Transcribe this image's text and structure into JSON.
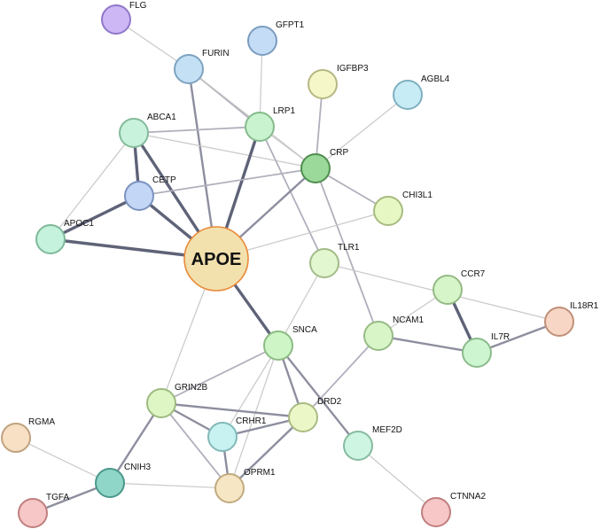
{
  "nodes": [
    {
      "id": "FLG",
      "label": "FLG",
      "color": "#cdb8f5",
      "stroke": "#8f77c9"
    },
    {
      "id": "GFPT1",
      "label": "GFPT1",
      "color": "#c4dcf5",
      "stroke": "#7c9cc0"
    },
    {
      "id": "FURIN",
      "label": "FURIN",
      "color": "#c4e0f5",
      "stroke": "#7da3c0"
    },
    {
      "id": "IGFBP3",
      "label": "IGFBP3",
      "color": "#f5f7c8",
      "stroke": "#b6b883"
    },
    {
      "id": "AGBL4",
      "label": "AGBL4",
      "color": "#c8ecf5",
      "stroke": "#7fb0c0"
    },
    {
      "id": "ABCA1",
      "label": "ABCA1",
      "color": "#c9f2dc",
      "stroke": "#84bb9c"
    },
    {
      "id": "LRP1",
      "label": "LRP1",
      "color": "#c9f2cf",
      "stroke": "#86bb8c"
    },
    {
      "id": "CRP",
      "label": "CRP",
      "color": "#9ad99a",
      "stroke": "#4f8e4f"
    },
    {
      "id": "CETP",
      "label": "CETP",
      "color": "#c3d6f5",
      "stroke": "#7b92c0"
    },
    {
      "id": "CHI3L1",
      "label": "CHI3L1",
      "color": "#e6f7c4",
      "stroke": "#a7bb7f"
    },
    {
      "id": "APOC1",
      "label": "APOC1",
      "color": "#c4f2dc",
      "stroke": "#7fb99a"
    },
    {
      "id": "APOE",
      "label": "APOE",
      "color": "#f2e0ad",
      "stroke": "#e88a3a"
    },
    {
      "id": "TLR1",
      "label": "TLR1",
      "color": "#e2f7cf",
      "stroke": "#a3bb89"
    },
    {
      "id": "CCR7",
      "label": "CCR7",
      "color": "#d6f5c8",
      "stroke": "#95ba85"
    },
    {
      "id": "IL18R1",
      "label": "IL18R1",
      "color": "#f7d6c6",
      "stroke": "#c08f79"
    },
    {
      "id": "NCAM1",
      "label": "NCAM1",
      "color": "#d8f5c8",
      "stroke": "#97bb85"
    },
    {
      "id": "IL7R",
      "label": "IL7R",
      "color": "#cdf5cf",
      "stroke": "#8cbb8c"
    },
    {
      "id": "SNCA",
      "label": "SNCA",
      "color": "#cdf5c6",
      "stroke": "#8cbb83"
    },
    {
      "id": "GRIN2B",
      "label": "GRIN2B",
      "color": "#def5c4",
      "stroke": "#9dbb80"
    },
    {
      "id": "DRD2",
      "label": "DRD2",
      "color": "#ecf7c8",
      "stroke": "#aabb83"
    },
    {
      "id": "CRHR1",
      "label": "CRHR1",
      "color": "#c8f2f2",
      "stroke": "#83b9b9"
    },
    {
      "id": "MEF2D",
      "label": "MEF2D",
      "color": "#cdf5e2",
      "stroke": "#87bba0"
    },
    {
      "id": "RGMA",
      "label": "RGMA",
      "color": "#f7e0c4",
      "stroke": "#c0a27f"
    },
    {
      "id": "CNIH3",
      "label": "CNIH3",
      "color": "#8fd6c8",
      "stroke": "#4b988b"
    },
    {
      "id": "OPRM1",
      "label": "OPRM1",
      "color": "#f7e6c4",
      "stroke": "#c0aa7f"
    },
    {
      "id": "TGFA",
      "label": "TGFA",
      "color": "#f7c6c6",
      "stroke": "#c07f7f"
    },
    {
      "id": "CTNNA2",
      "label": "CTNNA2",
      "color": "#f7c6c6",
      "stroke": "#c07f7f"
    }
  ],
  "edges": [
    {
      "source": "FLG",
      "target": "FURIN",
      "strength": 1
    },
    {
      "source": "FURIN",
      "target": "APOE",
      "strength": 3
    },
    {
      "source": "FURIN",
      "target": "LRP1",
      "strength": 2
    },
    {
      "source": "FURIN",
      "target": "CRP",
      "strength": 1
    },
    {
      "source": "GFPT1",
      "target": "LRP1",
      "strength": 1
    },
    {
      "source": "IGFBP3",
      "target": "CRP",
      "strength": 2
    },
    {
      "source": "AGBL4",
      "target": "CRP",
      "strength": 1
    },
    {
      "source": "ABCA1",
      "target": "LRP1",
      "strength": 2
    },
    {
      "source": "ABCA1",
      "target": "CRP",
      "strength": 1
    },
    {
      "source": "ABCA1",
      "target": "CETP",
      "strength": 4
    },
    {
      "source": "ABCA1",
      "target": "APOE",
      "strength": 4
    },
    {
      "source": "ABCA1",
      "target": "APOC1",
      "strength": 1
    },
    {
      "source": "LRP1",
      "target": "APOE",
      "strength": 4
    },
    {
      "source": "LRP1",
      "target": "CRP",
      "strength": 1
    },
    {
      "source": "LRP1",
      "target": "TLR1",
      "strength": 2
    },
    {
      "source": "CRP",
      "target": "APOE",
      "strength": 3
    },
    {
      "source": "CRP",
      "target": "CETP",
      "strength": 2
    },
    {
      "source": "CRP",
      "target": "CHI3L1",
      "strength": 2
    },
    {
      "source": "CRP",
      "target": "NCAM1",
      "strength": 2
    },
    {
      "source": "CETP",
      "target": "APOE",
      "strength": 4
    },
    {
      "source": "CETP",
      "target": "APOC1",
      "strength": 4
    },
    {
      "source": "CHI3L1",
      "target": "APOE",
      "strength": 1
    },
    {
      "source": "APOC1",
      "target": "APOE",
      "strength": 4
    },
    {
      "source": "APOE",
      "target": "SNCA",
      "strength": 4
    },
    {
      "source": "APOE",
      "target": "GRIN2B",
      "strength": 1
    },
    {
      "source": "TLR1",
      "target": "SNCA",
      "strength": 1
    },
    {
      "source": "TLR1",
      "target": "IL18R1",
      "strength": 1
    },
    {
      "source": "CCR7",
      "target": "NCAM1",
      "strength": 1
    },
    {
      "source": "CCR7",
      "target": "IL7R",
      "strength": 4
    },
    {
      "source": "IL7R",
      "target": "IL18R1",
      "strength": 3
    },
    {
      "source": "NCAM1",
      "target": "IL7R",
      "strength": 3
    },
    {
      "source": "NCAM1",
      "target": "DRD2",
      "strength": 2
    },
    {
      "source": "SNCA",
      "target": "DRD2",
      "strength": 3
    },
    {
      "source": "SNCA",
      "target": "MEF2D",
      "strength": 3
    },
    {
      "source": "SNCA",
      "target": "GRIN2B",
      "strength": 2
    },
    {
      "source": "SNCA",
      "target": "CRHR1",
      "strength": 1
    },
    {
      "source": "SNCA",
      "target": "OPRM1",
      "strength": 1
    },
    {
      "source": "GRIN2B",
      "target": "DRD2",
      "strength": 3
    },
    {
      "source": "GRIN2B",
      "target": "CRHR1",
      "strength": 3
    },
    {
      "source": "GRIN2B",
      "target": "OPRM1",
      "strength": 2
    },
    {
      "source": "GRIN2B",
      "target": "CNIH3",
      "strength": 3
    },
    {
      "source": "CRHR1",
      "target": "DRD2",
      "strength": 3
    },
    {
      "source": "CRHR1",
      "target": "OPRM1",
      "strength": 3
    },
    {
      "source": "DRD2",
      "target": "OPRM1",
      "strength": 3
    },
    {
      "source": "CNIH3",
      "target": "OPRM1",
      "strength": 1
    },
    {
      "source": "RGMA",
      "target": "CNIH3",
      "strength": 1
    },
    {
      "source": "TGFA",
      "target": "CNIH3",
      "strength": 3
    },
    {
      "source": "MEF2D",
      "target": "CTNNA2",
      "strength": 1
    }
  ]
}
